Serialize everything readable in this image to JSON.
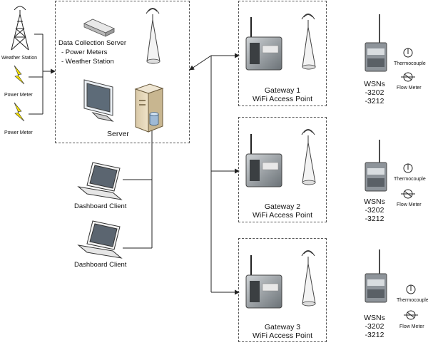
{
  "left": {
    "weather_station": "Weather Station",
    "power_meter_1": "Power Meter",
    "power_meter_2": "Power Meter"
  },
  "server_box": {
    "title": "Data Collection Server",
    "line1": "- Power Meters",
    "line2": "- Weather Station",
    "server_label": "Server"
  },
  "clients": [
    {
      "label": "Dashboard Client"
    },
    {
      "label": "Dashboard Client"
    }
  ],
  "gateways": [
    {
      "name": "Gateway 1",
      "sub": "WiFi Access Point"
    },
    {
      "name": "Gateway 2",
      "sub": "WiFi Access Point"
    },
    {
      "name": "Gateway 3",
      "sub": "WiFi Access Point"
    }
  ],
  "wsn_groups": [
    {
      "title": "WSNs",
      "model1": "-3202",
      "model2": "-3212",
      "sensor1": "Thermocouple",
      "sensor2": "Flow Meter"
    },
    {
      "title": "WSNs",
      "model1": "-3202",
      "model2": "-3212",
      "sensor1": "Thermocouple",
      "sensor2": "Flow Meter"
    },
    {
      "title": "WSNs",
      "model1": "-3202",
      "model2": "-3212",
      "sensor1": "Thermocouple",
      "sensor2": "Flow Meter"
    }
  ]
}
